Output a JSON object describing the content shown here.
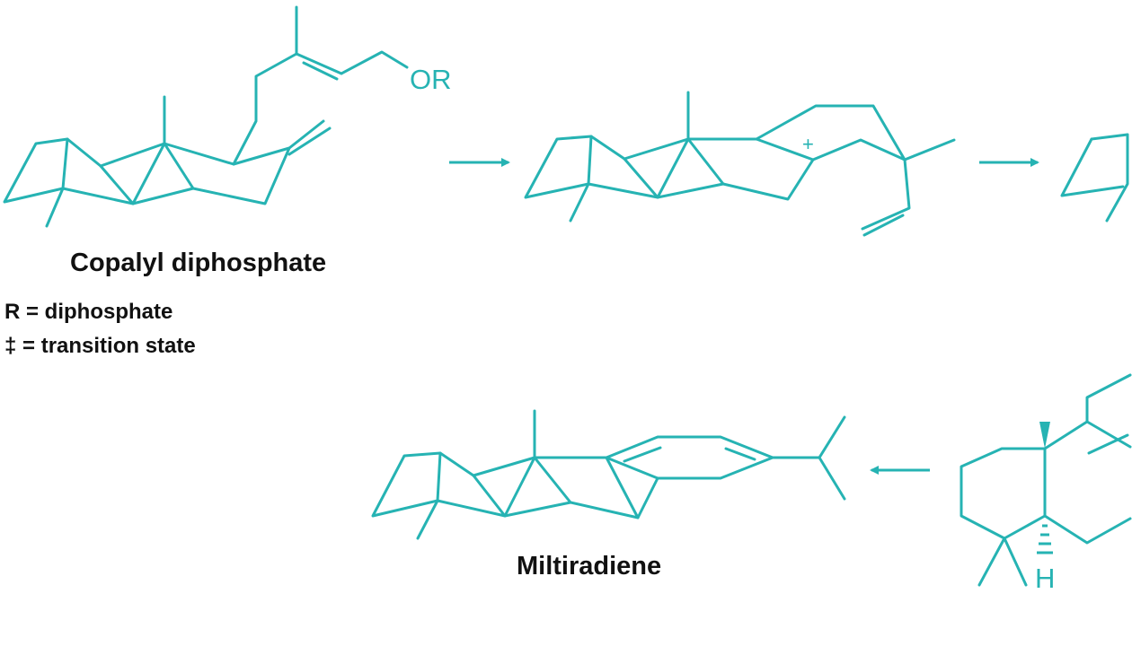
{
  "colors": {
    "bond": "#26b3b3",
    "text": "#111111"
  },
  "molecules": {
    "copalyl": {
      "name": "Copalyl diphosphate",
      "substituent": "OR"
    },
    "intermediate": {
      "charge": "+"
    },
    "miltiradiene": {
      "name": "Miltiradiene"
    },
    "right_intermediate": {
      "hydrogen": "H"
    }
  },
  "legend": {
    "r_definition": "R = diphosphate",
    "ts_definition": "‡ = transition state"
  },
  "arrows": [
    {
      "direction": "right"
    },
    {
      "direction": "right"
    },
    {
      "direction": "left"
    }
  ]
}
